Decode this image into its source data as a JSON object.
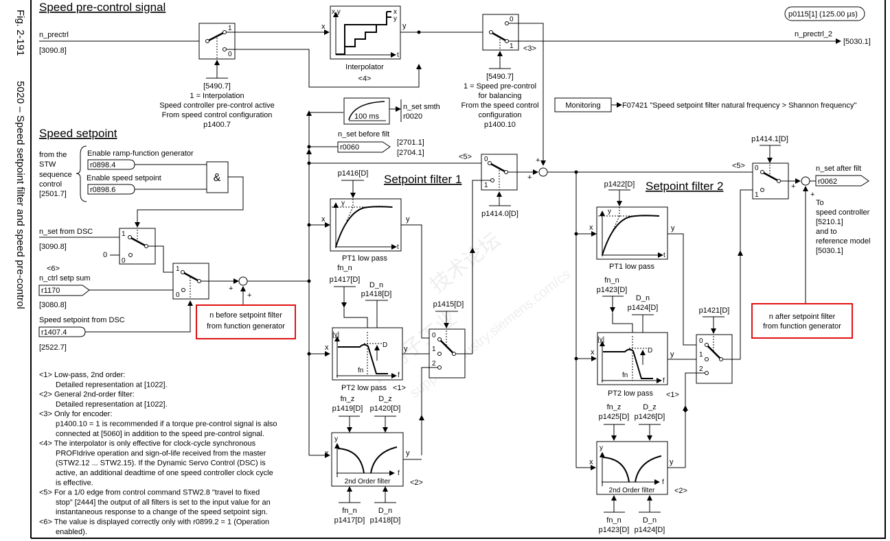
{
  "figure": {
    "number": "Fig. 2-191",
    "title": "5020 – Speed setpoint filter and speed pre-control",
    "cycle_time": "p0115[1] (125.00 µs)"
  },
  "precontrol": {
    "heading": "Speed pre-control signal",
    "input_label": "n_prectrl",
    "input_ref": "[3090.8]",
    "switch1": {
      "pos1": "1",
      "pos0": "0",
      "ref": "[5490.7]",
      "desc1": "1 = Interpolation",
      "desc2": "Speed controller pre-control active",
      "desc3": "From speed control configuration",
      "param": "p1400.7"
    },
    "interpolator": {
      "axis_xy": "x,y",
      "legend_x": "x",
      "legend_y": "y",
      "axis_t": "t",
      "in": "x",
      "out": "y",
      "label": "Interpolator",
      "note": "<4>"
    },
    "switch2": {
      "pos0": "0",
      "pos1": "1",
      "note": "<3>",
      "ref": "[5490.7]",
      "desc1": "1 = Speed pre-control",
      "desc2": "for balancing",
      "desc3": "From the speed control",
      "desc4": "configuration",
      "param": "p1400.10"
    },
    "output_label": "n_prectrl_2",
    "output_ref": "[5030.1]"
  },
  "monitoring": {
    "label": "Monitoring",
    "fault": "F07421 \"Speed setpoint filter natural frequency > Shannon frequency\""
  },
  "smoothing": {
    "time": "100 ms",
    "label": "n_set smth",
    "param": "r0020"
  },
  "before_filt": {
    "label": "n_set before filt",
    "param": "r0060",
    "ref1": "[2701.1]",
    "ref2": "[2704.1]"
  },
  "speed_setpoint": {
    "heading": "Speed setpoint",
    "stw_text": [
      "from the",
      "STW",
      "sequence",
      "control",
      "[2501.7]"
    ],
    "enable_rfg": "Enable ramp-function generator",
    "enable_rfg_param": "r0898.4",
    "enable_sp": "Enable speed setpoint",
    "enable_sp_param": "r0898.6",
    "and_gate": "&",
    "dsc_label": "n_set from DSC",
    "dsc_ref": "[3090.8]",
    "zero": "0",
    "sw_pos1": "1",
    "sw_pos0": "0",
    "note6": "<6>",
    "setp_sum_label": "n_ctrl setp sum",
    "setp_sum_param": "r1170",
    "setp_sum_ref": "[3080.8]",
    "dsc_sp_label": "Speed setpoint from DSC",
    "dsc_sp_param": "r1407.4",
    "dsc_sp_ref": "[2522.7]",
    "plus": "+",
    "fg_box": [
      "n before setpoint filter",
      "from function generator"
    ]
  },
  "filter1": {
    "heading": "Setpoint filter 1",
    "note5": "<5>",
    "bypass_sw": {
      "pos0": "0",
      "pos1": "1",
      "param": "p1414.0[D]"
    },
    "pt1": {
      "param": "p1416[D]",
      "x": "x",
      "y": "y",
      "t": "t",
      "label": "PT1 low pass"
    },
    "pt2": {
      "fn_label": "fn_n",
      "fn_param": "p1417[D]",
      "d_label": "D_n",
      "d_param": "p1418[D]",
      "ylabel": "|y|",
      "D": "D",
      "fn": "fn",
      "f": "f",
      "x": "x",
      "y": "y",
      "label": "PT2 low pass",
      "note": "<1>"
    },
    "sel_sw": {
      "param": "p1415[D]",
      "pos0": "0",
      "pos1": "1",
      "pos2": "2"
    },
    "so": {
      "fnz_label": "fn_z",
      "fnz_param": "p1419[D]",
      "dz_label": "D_z",
      "dz_param": "p1420[D]",
      "y": "y",
      "f": "f",
      "x": "x",
      "yout": "y",
      "label": "2nd Order filter",
      "note": "<2>",
      "fnn_label": "fn_n",
      "fnn_param": "p1417[D]",
      "dn_label": "D_n",
      "dn_param": "p1418[D]"
    },
    "plus": "+"
  },
  "filter2": {
    "heading": "Setpoint filter 2",
    "note5": "<5>",
    "bypass_sw": {
      "pos0": "0",
      "pos1": "1",
      "param": "p1414.1[D]"
    },
    "pt1": {
      "param": "p1422[D]",
      "x": "x",
      "y": "y",
      "t": "t",
      "label": "PT1 low pass"
    },
    "pt2": {
      "fn_label": "fn_n",
      "fn_param": "p1423[D]",
      "d_label": "D_n",
      "d_param": "p1424[D]",
      "ylabel": "|y|",
      "D": "D",
      "fn": "fn",
      "f": "f",
      "x": "x",
      "y": "y",
      "label": "PT2 low pass",
      "note": "<1>"
    },
    "sel_sw": {
      "param": "p1421[D]",
      "pos0": "0",
      "pos1": "1",
      "pos2": "2"
    },
    "so": {
      "fnz_label": "fn_z",
      "fnz_param": "p1425[D]",
      "dz_label": "D_z",
      "dz_param": "p1426[D]",
      "y": "y",
      "f": "f",
      "x": "x",
      "yout": "y",
      "label": "2nd Order filter",
      "note": "<2>",
      "fnn_label": "fn_n",
      "fnn_param": "p1423[D]",
      "dn_label": "D_n",
      "dn_param": "p1424[D]"
    },
    "plus": "+"
  },
  "output": {
    "label": "n_set after filt",
    "param": "r0062",
    "to_text": [
      "To",
      "speed controller",
      "[5210.1]",
      "and to",
      "reference model",
      "[5030.1]"
    ],
    "fg_box": [
      "n after setpoint filter",
      "from function generator"
    ],
    "plus": "+"
  },
  "notes": [
    "<1> Low-pass, 2nd order:",
    "      Detailed representation at [1022].",
    "<2> General 2nd-order filter:",
    "      Detailed representation at [1022].",
    "<3> Only for encoder:",
    "      p1400.10 = 1 is recommended if a torque pre-control signal is also",
    "      connected at [5060] in addition to the speed pre-control signal.",
    "<4> The interpolator is only effective for clock-cycle synchronous",
    "      PROFIdrive operation and sign-of-life received from the master",
    "      (STW2.12 ... STW2.15). If the Dynamic Servo Control (DSC) is",
    "      active, an additional deadtime of one speed controller clock cycle",
    "      is effective.",
    "<5> For a 1/0 edge from control command STW2.8 \"travel to fixed",
    "      stop\" [2444] the output of all filters is set to the input value for an",
    "      instantaneous response to a change of the speed setpoint sign.",
    "<6> The value is displayed correctly only with r0899.2 = 1 (Operation",
    "      enabled)."
  ],
  "watermark": [
    "西门子工业",
    "技术论坛",
    "support.industry.siemens.com/cs"
  ]
}
